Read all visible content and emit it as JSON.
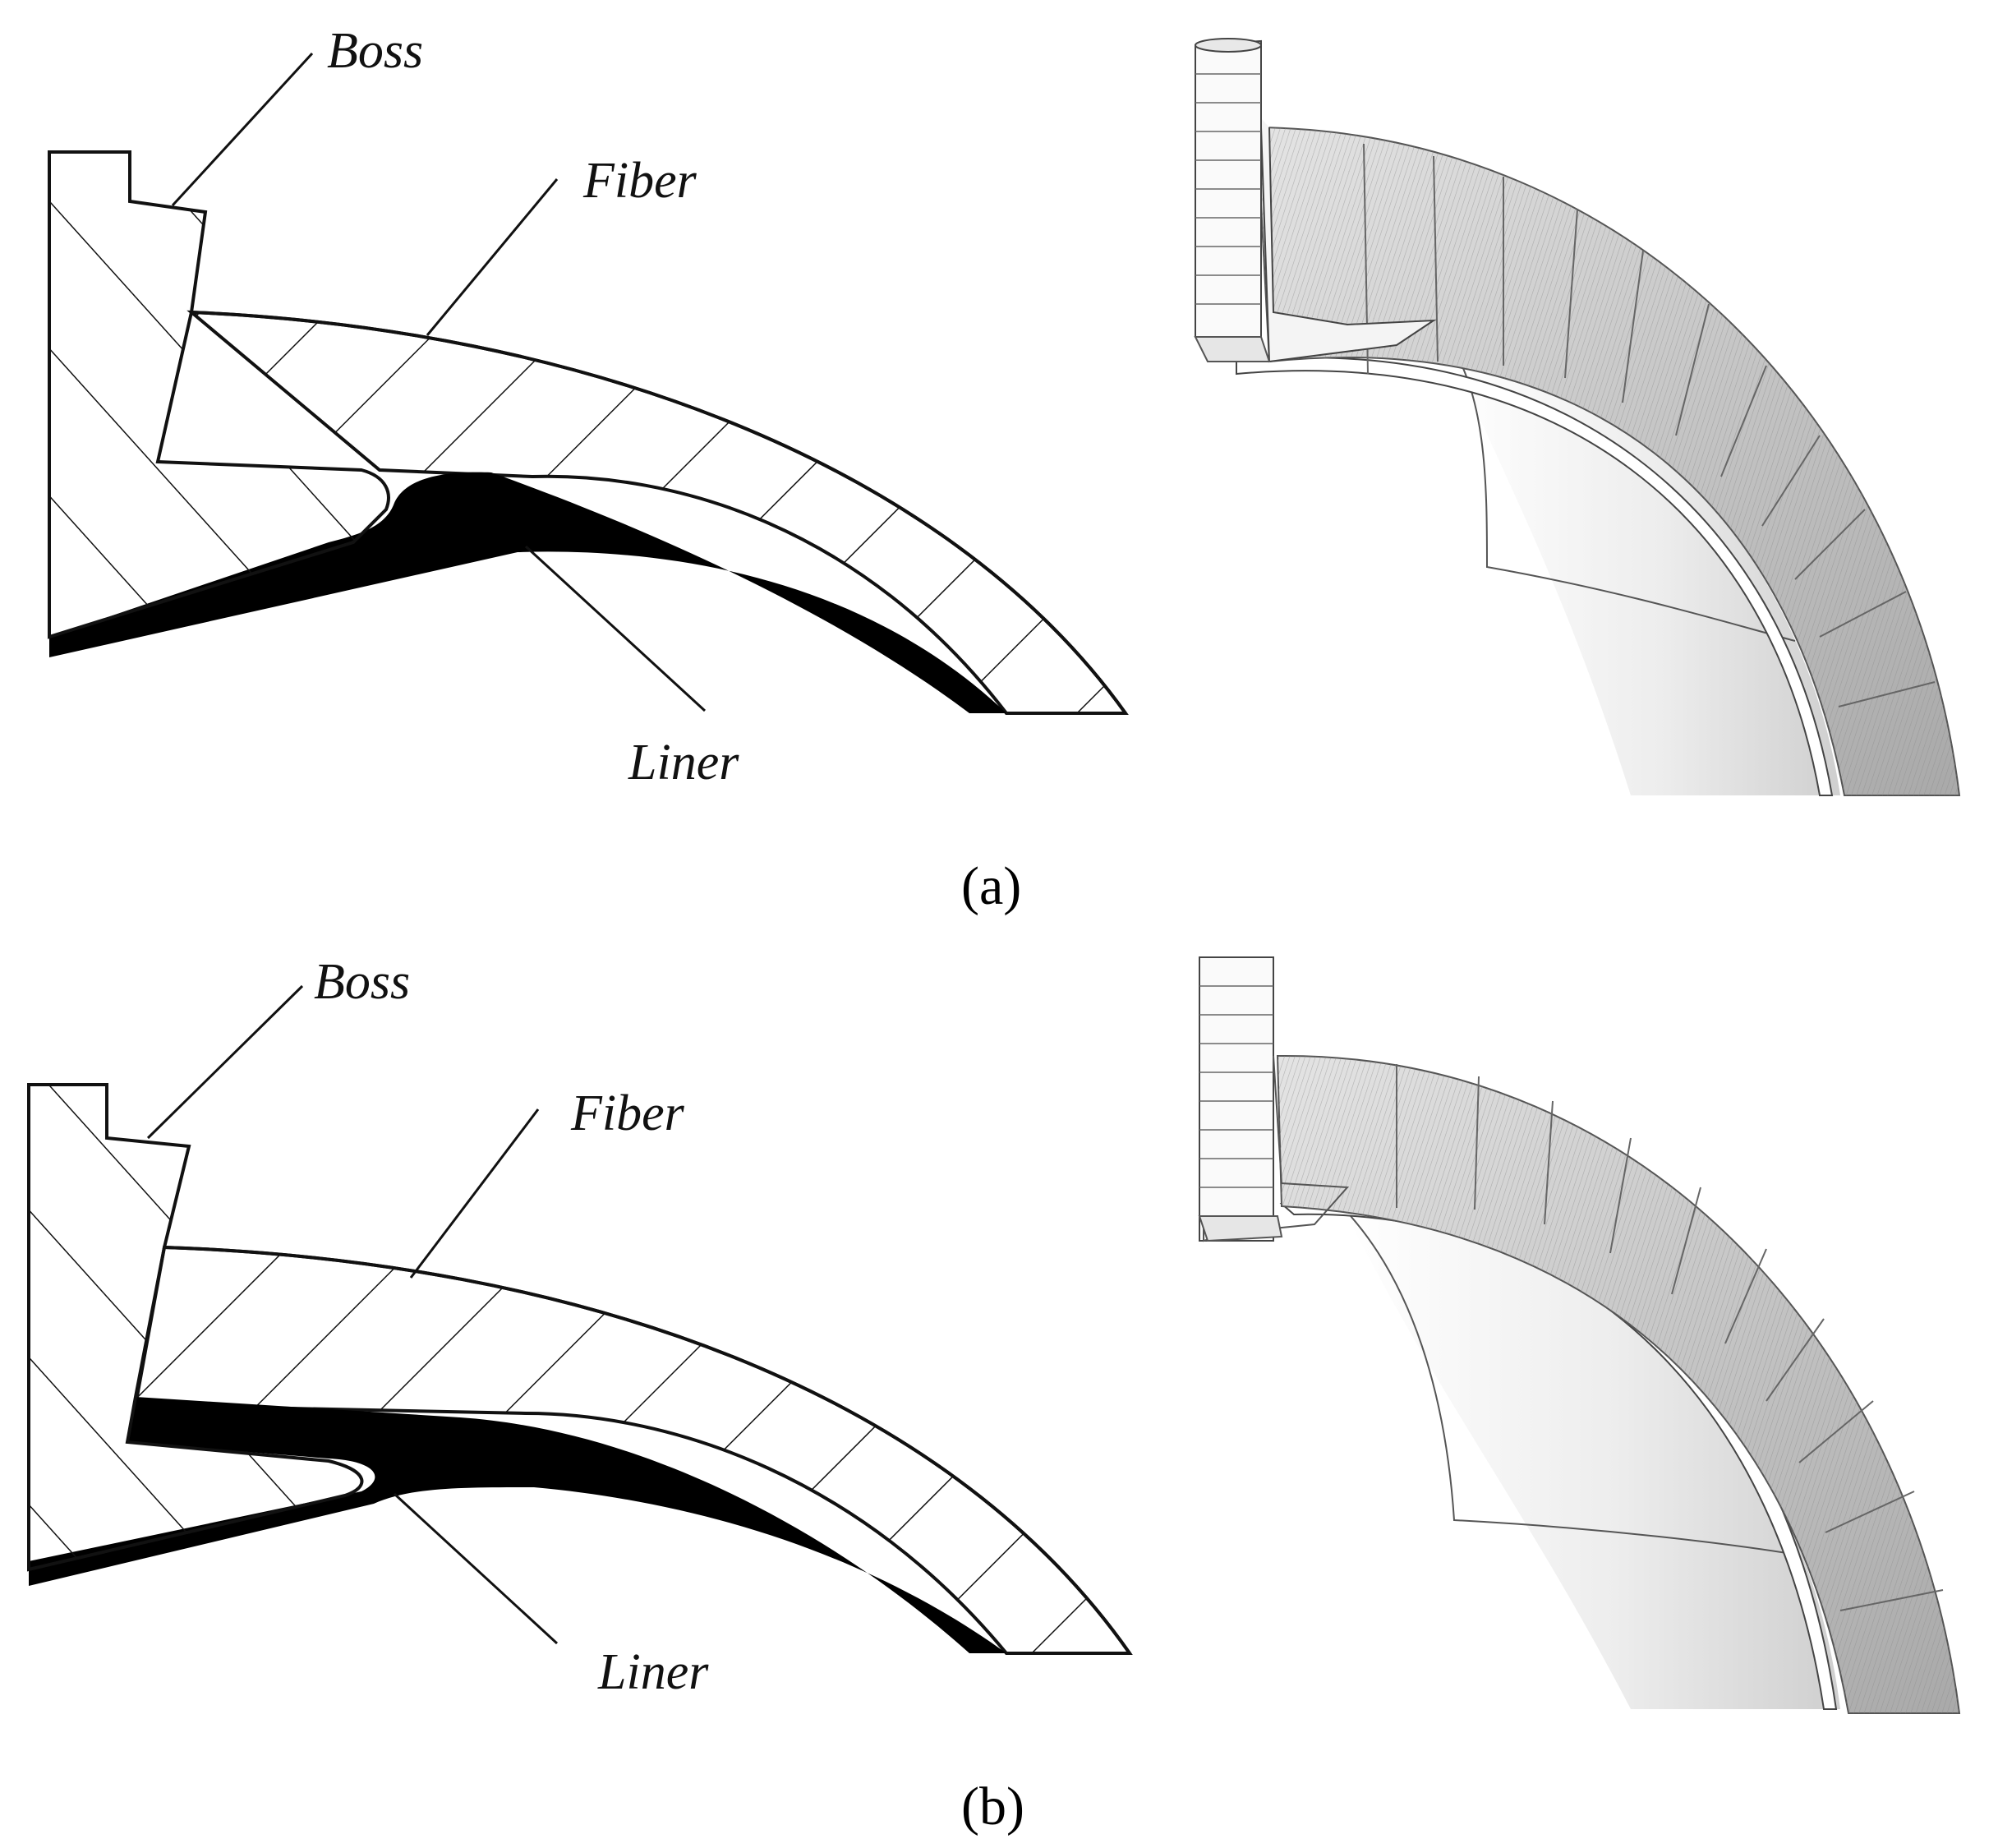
{
  "panels": [
    {
      "caption": "(a)",
      "labels": {
        "boss": "Boss",
        "fiber": "Fiber",
        "liner": "Liner"
      }
    },
    {
      "caption": "(b)",
      "labels": {
        "boss": "Boss",
        "fiber": "Fiber",
        "liner": "Liner"
      }
    }
  ],
  "colors": {
    "liner": "#000000",
    "outline": "#111111",
    "mesh_fill": "#d2d2d2",
    "mesh_line": "#6a6a6a"
  }
}
